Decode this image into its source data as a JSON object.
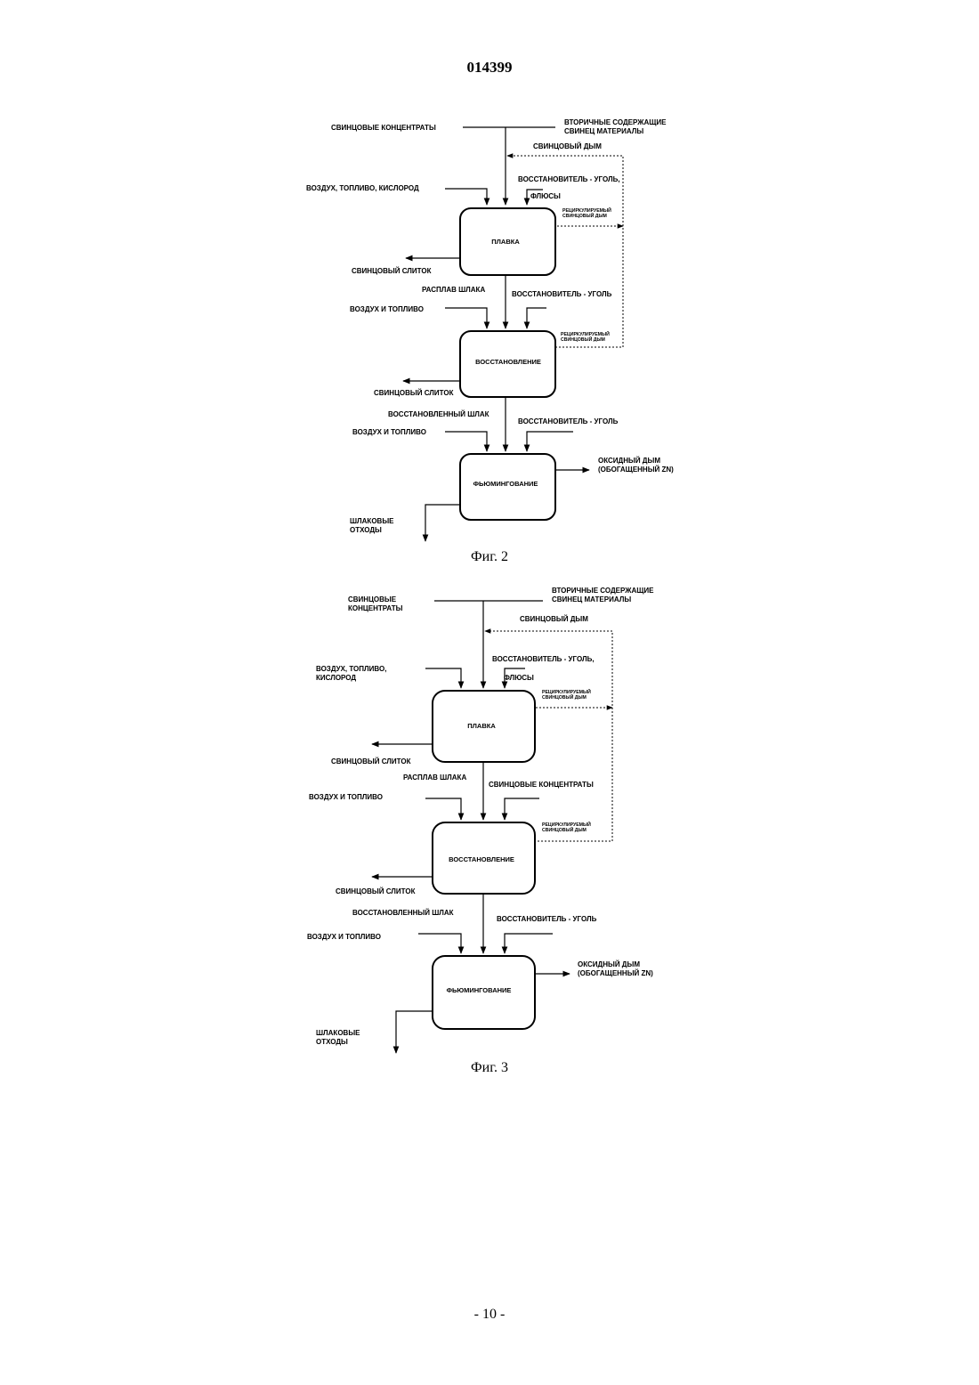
{
  "page": {
    "doc_number": "014399",
    "page_number": "- 10 -"
  },
  "fig2": {
    "caption": "Фиг. 2",
    "boxes": {
      "smelting": "ПЛАВКА",
      "reduction": "ВОССТАНОВЛЕНИЕ",
      "fuming": "ФЬЮМИНГОВАНИЕ"
    },
    "labels": {
      "lead_concentrates": "СВИНЦОВЫЕ КОНЦЕНТРАТЫ",
      "secondary_1": "ВТОРИЧНЫЕ СОДЕРЖАЩИЕ",
      "secondary_2": "СВИНЕЦ МАТЕРИАЛЫ",
      "lead_fume": "СВИНЦОВЫЙ ДЫМ",
      "air_fuel_oxygen": "ВОЗДУХ, ТОПЛИВО, КИСЛОРОД",
      "reductant_coal_top": "ВОССТАНОВИТЕЛЬ - УГОЛЬ,",
      "fluxes": "ФЛЮСЫ",
      "recirc_1a": "РЕЦИРКУЛИРУЕМЫЙ",
      "recirc_1b": "СВИНЦОВЫЙ ДЫМ",
      "bullion_1": "СВИНЦОВЫЙ СЛИТОК",
      "slag_melt": "РАСПЛАВ ШЛАКА",
      "reductant_coal_mid": "ВОССТАНОВИТЕЛЬ - УГОЛЬ",
      "air_fuel_mid": "ВОЗДУХ И ТОПЛИВО",
      "recirc_2a": "РЕЦИРКУЛИРУЕМЫЙ",
      "recirc_2b": "СВИНЦОВЫЙ ДЫМ",
      "bullion_2": "СВИНЦОВЫЙ СЛИТОК",
      "reduced_slag": "ВОССТАНОВЛЕННЫЙ ШЛАК",
      "reductant_coal_low": "ВОССТАНОВИТЕЛЬ - УГОЛЬ",
      "air_fuel_low": "ВОЗДУХ И ТОПЛИВО",
      "oxide_fume_1": "ОКСИДНЫЙ ДЫМ",
      "oxide_fume_2": "(ОБОГАЩЕННЫЙ ZN)",
      "slag_waste_1": "ШЛАКОВЫЕ",
      "slag_waste_2": "ОТХОДЫ"
    }
  },
  "fig3": {
    "caption": "Фиг. 3",
    "boxes": {
      "smelting": "ПЛАВКА",
      "reduction": "ВОССТАНОВЛЕНИЕ",
      "fuming": "ФЬЮМИНГОВАНИЕ"
    },
    "labels": {
      "lead_conc_1": "СВИНЦОВЫЕ",
      "lead_conc_2": "КОНЦЕНТРАТЫ",
      "secondary_1": "ВТОРИЧНЫЕ СОДЕРЖАЩИЕ",
      "secondary_2": "СВИНЕЦ МАТЕРИАЛЫ",
      "lead_fume": "СВИНЦОВЫЙ ДЫМ",
      "air_fuel_oxygen_1": "ВОЗДУХ, ТОПЛИВО,",
      "air_fuel_oxygen_2": "КИСЛОРОД",
      "reductant_coal_top": "ВОССТАНОВИТЕЛЬ - УГОЛЬ,",
      "fluxes": "ФЛЮСЫ",
      "recirc_1a": "РЕЦИРКУЛИРУЕМЫЙ",
      "recirc_1b": "СВИНЦОВЫЙ ДЫМ",
      "bullion_1": "СВИНЦОВЫЙ СЛИТОК",
      "slag_melt": "РАСПЛАВ ШЛАКА",
      "lead_conc_mid": "СВИНЦОВЫЕ КОНЦЕНТРАТЫ",
      "air_fuel_mid": "ВОЗДУХ И ТОПЛИВО",
      "recirc_2a": "РЕЦИРКУЛИРУЕМЫЙ",
      "recirc_2b": "СВИНЦОВЫЙ ДЫМ",
      "bullion_2": "СВИНЦОВЫЙ СЛИТОК",
      "reduced_slag": "ВОССТАНОВЛЕННЫЙ ШЛАК",
      "reductant_coal_low": "ВОССТАНОВИТЕЛЬ - УГОЛЬ",
      "air_fuel_low": "ВОЗДУХ И ТОПЛИВО",
      "oxide_fume_1": "ОКСИДНЫЙ ДЫМ",
      "oxide_fume_2": "(ОБОГАЩЕННЫЙ ZN)",
      "slag_waste_1": "ШЛАКОВЫЕ",
      "slag_waste_2": "ОТХОДЫ"
    }
  }
}
